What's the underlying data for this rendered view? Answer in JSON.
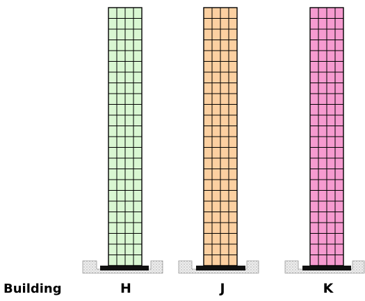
{
  "caption": "Building",
  "grid": {
    "columns": 4,
    "rows": 24
  },
  "buildings": [
    {
      "label": "H",
      "color": "#d9f7d2"
    },
    {
      "label": "J",
      "color": "#fcd0a1"
    },
    {
      "label": "K",
      "color": "#f69bd0"
    }
  ],
  "colors": {
    "grid_line": "#000000",
    "foundation": "#111111",
    "soil_fill": "#eeeeee",
    "soil_dots": "#8a8a8a"
  }
}
